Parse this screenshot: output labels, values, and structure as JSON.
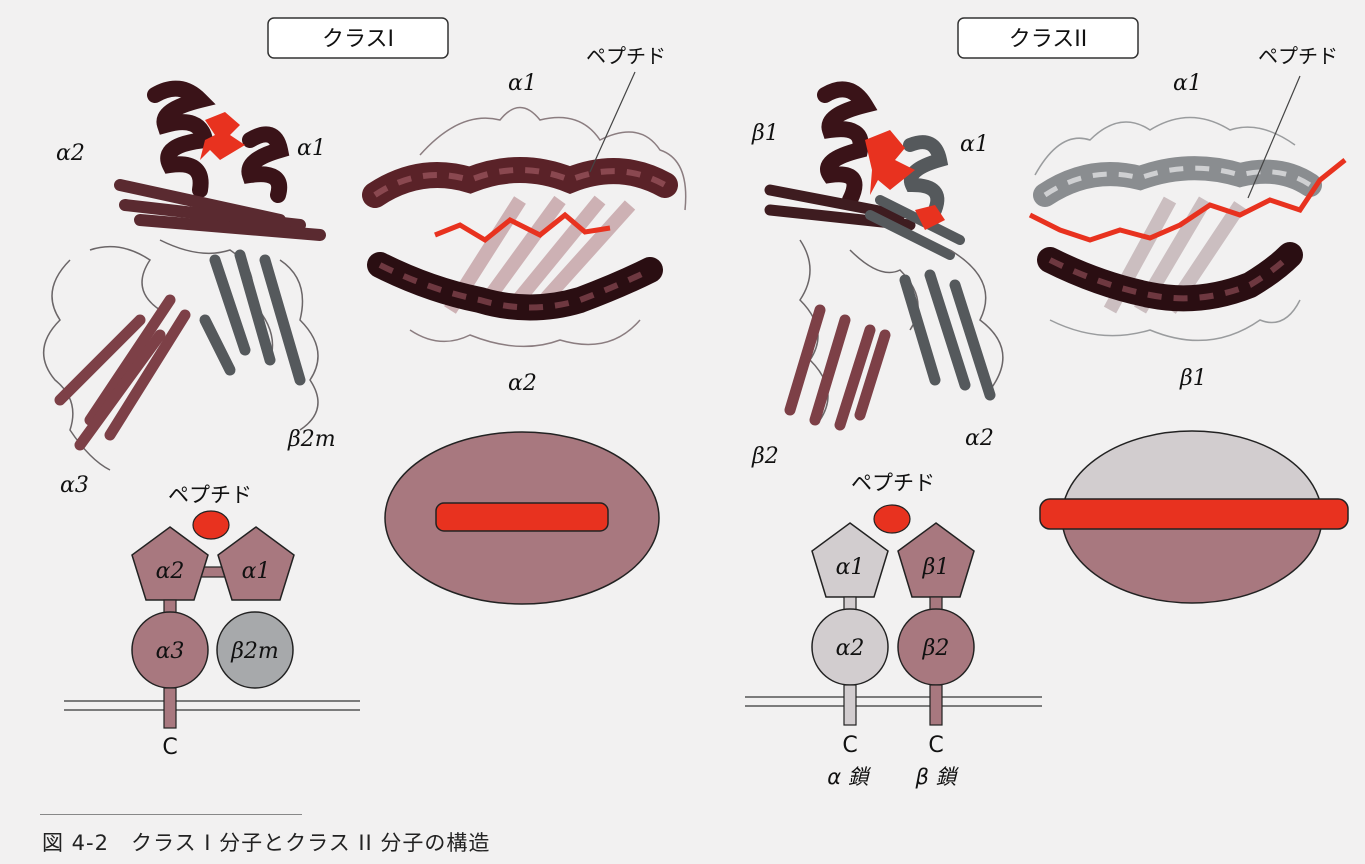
{
  "class1": {
    "title": "クラスI",
    "ribbon_labels": {
      "a2": "α2",
      "a1": "α1",
      "a3": "α3",
      "b2m": "β2m"
    },
    "top_view": {
      "a1": "α1",
      "a2": "α2",
      "peptide": "ペプチド"
    },
    "schematic": {
      "peptide": "ペプチド",
      "a2": "α2",
      "a1": "α1",
      "a3": "α3",
      "b2m": "β2m",
      "c": "C"
    }
  },
  "class2": {
    "title": "クラスII",
    "ribbon_labels": {
      "b1": "β1",
      "a1": "α1",
      "b2": "β2",
      "a2": "α2"
    },
    "top_view": {
      "a1": "α1",
      "b1": "β1",
      "peptide": "ペプチド"
    },
    "schematic": {
      "peptide": "ペプチド",
      "a1": "α1",
      "b1": "β1",
      "a2": "α2",
      "b2": "β2",
      "c_alpha": "C",
      "c_beta": "C",
      "alpha_chain": "α 鎖",
      "beta_chain": "β 鎖"
    }
  },
  "caption": {
    "number": "図 4-2",
    "text": "クラス I 分子とクラス II 分子の構造"
  },
  "colors": {
    "maroon": "#a8787f",
    "dark_maroon": "#4a1e24",
    "gray": "#a7a9ab",
    "light_gray": "#d2cdcf",
    "peptide_red": "#e8321f"
  }
}
